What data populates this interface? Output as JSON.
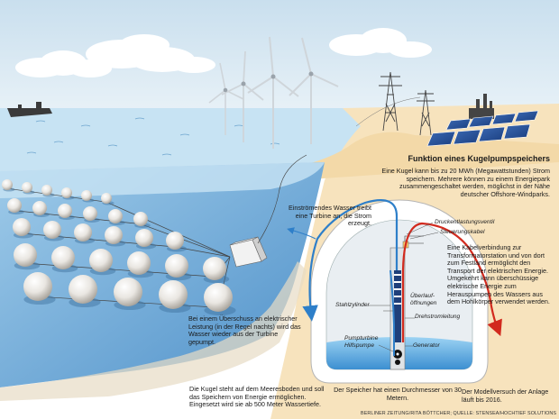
{
  "title": "Funktion eines Kugelpumpspeichers",
  "intro": "Eine Kugel kann bis zu 20 MWh (Megawattstunden) Strom speichern. Mehrere können zu einem Energiepark zusammengeschaltet werden, möglichst in der Nähe deutscher Offshore-Windparks.",
  "inflow_note": "Einströmendes Wasser treibt eine Turbine an, die Strom erzeugt.",
  "cable_note": "Eine Kabelverbindung zur Transformatorstation und von dort zum Festland ermöglicht den Transport der elektrischen Energie. Umgekehrt kann überschüssige elektrische Energie zum Herauspumpen des Wassers aus dem Hohlkörper verwendet werden.",
  "surplus_note": "Bei einem Überschuss an elektrischer Leistung (in der Regel nachts) wird das Wasser wieder aus der Turbine gepumpt.",
  "seabed_note": "Die Kugel steht auf dem Meeresboden und soll das Speichern von Energie ermöglichen. Eingesetzt wird sie ab 500 Meter Wassertiefe.",
  "diameter_note": "Der Speicher hat einen Durchmesser von 30 Metern.",
  "pilot_note": "Der Modellversuch der Anlage läuft bis 2016.",
  "labels": {
    "relief_valve": "Druckentlastungsventil",
    "control_cable": "Steuerungskabel",
    "overflow": "Überlauf-\nöffnungen",
    "steel_cylinder": "Stahlzylinder",
    "rotary_line": "Drehstromleitung",
    "pump_turbine": "Pumpturbine\nHilfspumpe",
    "generator": "Generator"
  },
  "credit": "BERLINER ZEITUNG/RITA BÖTTCHER; QUELLE: STENSEA/HOCHTIEF SOLUTIONS",
  "colors": {
    "sea": "#8fc3e6",
    "sea_dark": "#3f88c8",
    "sand": "#f7dfb3",
    "sky": "#dceaf3",
    "inflow_arrow": "#2e7fc9",
    "outflow_arrow": "#d22a1e"
  }
}
